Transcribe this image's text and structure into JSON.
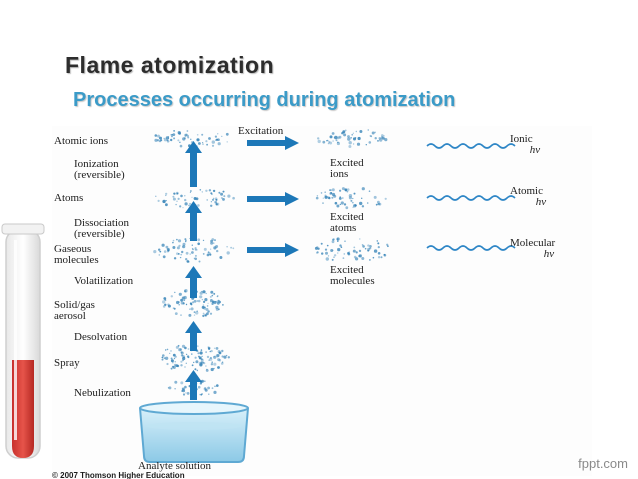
{
  "slide": {
    "title": "Flame atomization",
    "subtitle": "Processes occurring during atomization"
  },
  "diagram": {
    "left_labels": [
      {
        "line1": "Atomic ions",
        "line2": ""
      },
      {
        "line1": "Ionization",
        "line2": "(reversible)"
      },
      {
        "line1": "Atoms",
        "line2": ""
      },
      {
        "line1": "Dissociation",
        "line2": "(reversible)"
      },
      {
        "line1": "Gaseous",
        "line2": "molecules"
      },
      {
        "line1": "Volatilization",
        "line2": ""
      },
      {
        "line1": "Solid/gas",
        "line2": "aerosol"
      },
      {
        "line1": "Desolvation",
        "line2": ""
      },
      {
        "line1": "Spray",
        "line2": ""
      },
      {
        "line1": "Nebulization",
        "line2": ""
      }
    ],
    "excitation_label": "Excitation",
    "excited_labels": [
      {
        "line1": "Excited",
        "line2": "ions"
      },
      {
        "line1": "Excited",
        "line2": "atoms"
      },
      {
        "line1": "Excited",
        "line2": "molecules"
      }
    ],
    "emission_labels": [
      {
        "line1": "Ionic",
        "line2": "hν"
      },
      {
        "line1": "Atomic",
        "line2": "hν"
      },
      {
        "line1": "Molecular",
        "line2": "hν"
      }
    ],
    "bottom_label": "Analyte solution",
    "copyright": "© 2007 Thomson Higher Education",
    "colors": {
      "arrow": "#1d78b8",
      "particles": "#2f7fb5",
      "wave": "#2e86c6",
      "liquid": "#bfe3f3",
      "glass": "#5fa9d3"
    }
  },
  "footer": {
    "brand": "fppt.com"
  }
}
